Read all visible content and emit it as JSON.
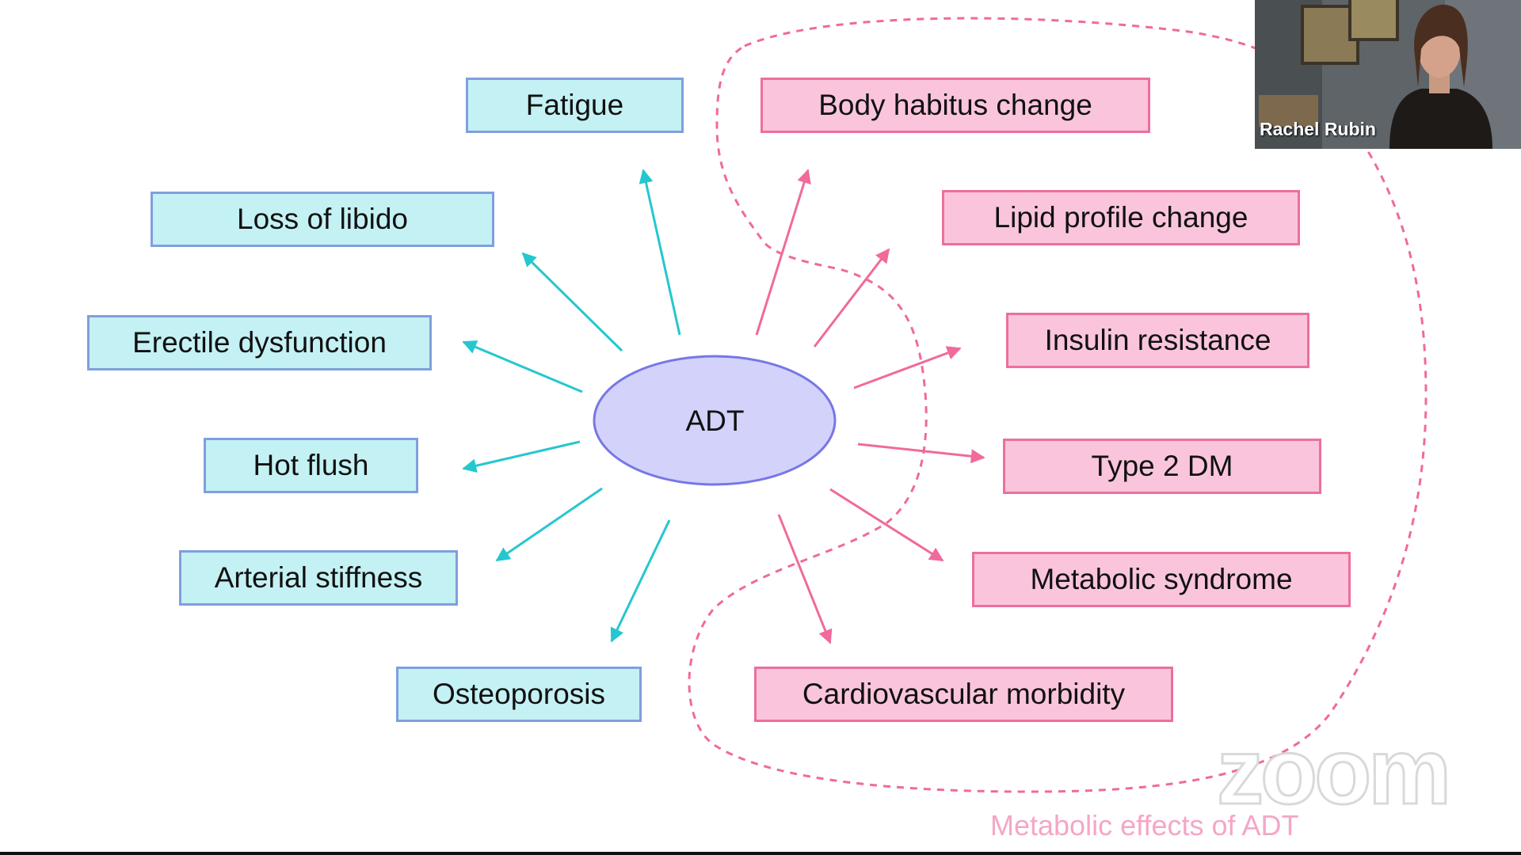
{
  "slide": {
    "center": "ADT",
    "caption": "Metabolic effects of ADT",
    "left_effects": [
      "Fatigue",
      "Loss of libido",
      "Erectile dysfunction",
      "Hot flush",
      "Arterial stiffness",
      "Osteoporosis"
    ],
    "right_effects": [
      "Body habitus change",
      "Lipid profile change",
      "Insulin resistance",
      "Type 2 DM",
      "Metabolic syndrome",
      "Cardiovascular morbidity"
    ]
  },
  "video": {
    "participant_name": "Rachel Rubin"
  },
  "watermark": {
    "text": "zoom"
  },
  "colors": {
    "left_box_fill": "#c4f1f4",
    "left_box_border": "#7f9fdd",
    "left_arrow": "#25c7cf",
    "right_box_fill": "#fac5dc",
    "right_box_border": "#ec6f9d",
    "right_arrow": "#f06a9c",
    "center_fill": "#d3d2fb",
    "center_border": "#7777e6"
  }
}
